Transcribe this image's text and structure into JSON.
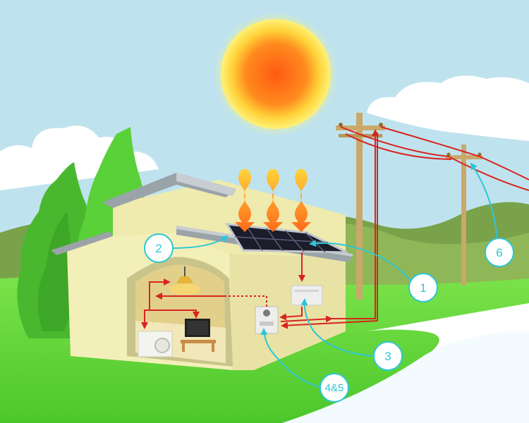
{
  "colors": {
    "sky": "#bfe3ee",
    "grass": "#5fd23a",
    "hills": "#79a24a",
    "house_wall": "#f3efb8",
    "roof": "#9aa3a8",
    "sun_core": "#ff6a1a",
    "sun_glow": "#f6f27a",
    "flow_arrow": "#d8241f",
    "heat_arrow": "#ff8a1a",
    "callout": "#2ec6d6",
    "panel": "#1c1c2a",
    "pole": "#c9a86a"
  },
  "icons": [
    "sun-icon",
    "solar-panel-icon",
    "heat-wave-icon",
    "utility-pole-icon",
    "power-line-icon",
    "lamp-icon",
    "tv-icon",
    "washing-machine-icon",
    "inverter-icon",
    "meter-icon",
    "tree-icon",
    "cloud-icon"
  ],
  "callouts": [
    {
      "id": "1",
      "label": "1"
    },
    {
      "id": "2",
      "label": "2"
    },
    {
      "id": "3",
      "label": "3"
    },
    {
      "id": "4-5",
      "label": "4&5"
    },
    {
      "id": "6",
      "label": "6"
    }
  ]
}
